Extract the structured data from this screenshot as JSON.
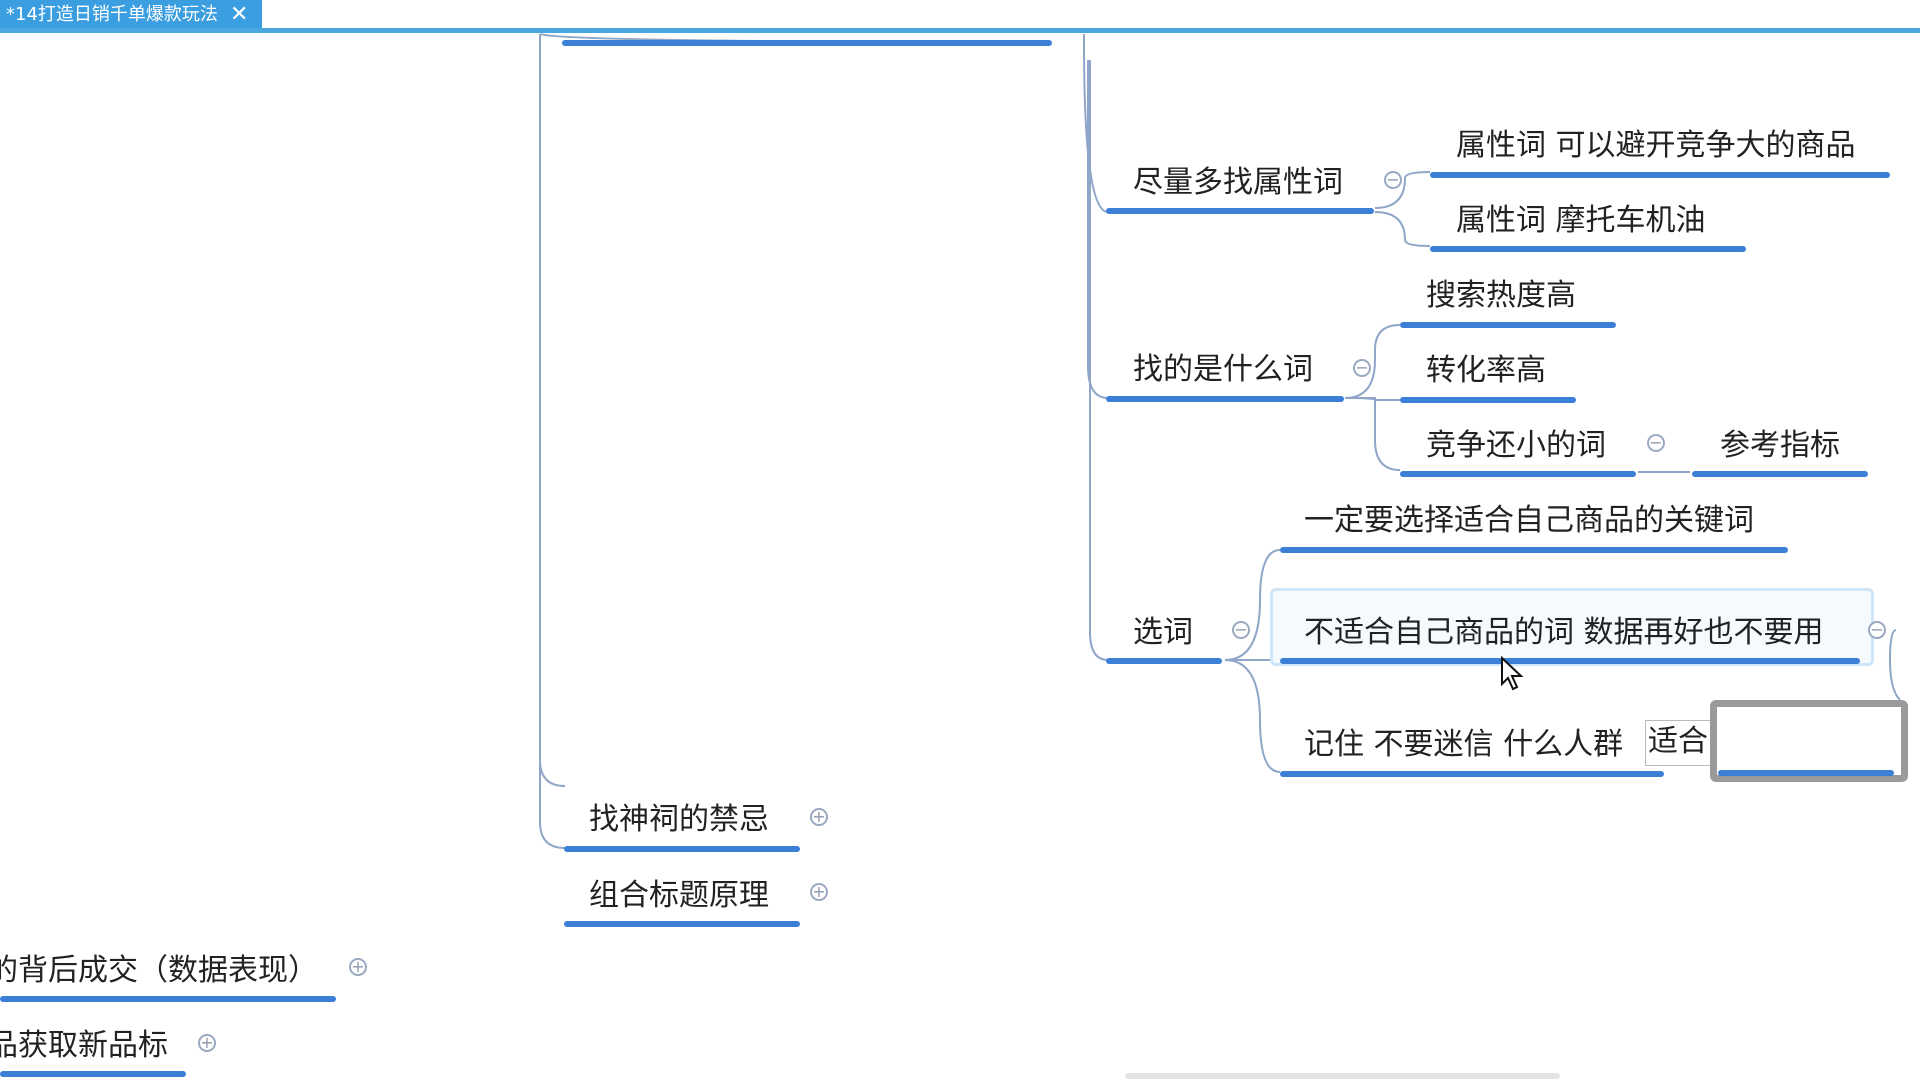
{
  "tab": {
    "title": "*14打造日销千单爆款玩法",
    "close": "✕"
  },
  "nodes": {
    "attr_many": "尽量多找属性词",
    "attr_avoid": "属性词 可以避开竞争大的商品",
    "attr_example": "属性词  摩托车机油",
    "find_what": "找的是什么词",
    "search_hot": "搜索热度高",
    "conversion_high": "转化率高",
    "competition_low": "竞争还小的词",
    "reference": "参考指标",
    "choose_word": "选词",
    "must_fit": "一定要选择适合自己商品的关键词",
    "not_fit": "不适合自己商品的词 数据再好也不要用",
    "remember": "记住  不要迷信 什么人群",
    "editing_text": "适合",
    "taboo": "找神祠的禁忌",
    "title_principle": "组合标题原理",
    "deal_behind": "的背后成交（数据表现）",
    "new_badge": "品获取新品标"
  },
  "toggles": {
    "collapse": "−",
    "expand": "+"
  },
  "colors": {
    "underline": "#3b7fd6",
    "connector": "#8fa6c8",
    "tab": "#3a9ee0"
  }
}
